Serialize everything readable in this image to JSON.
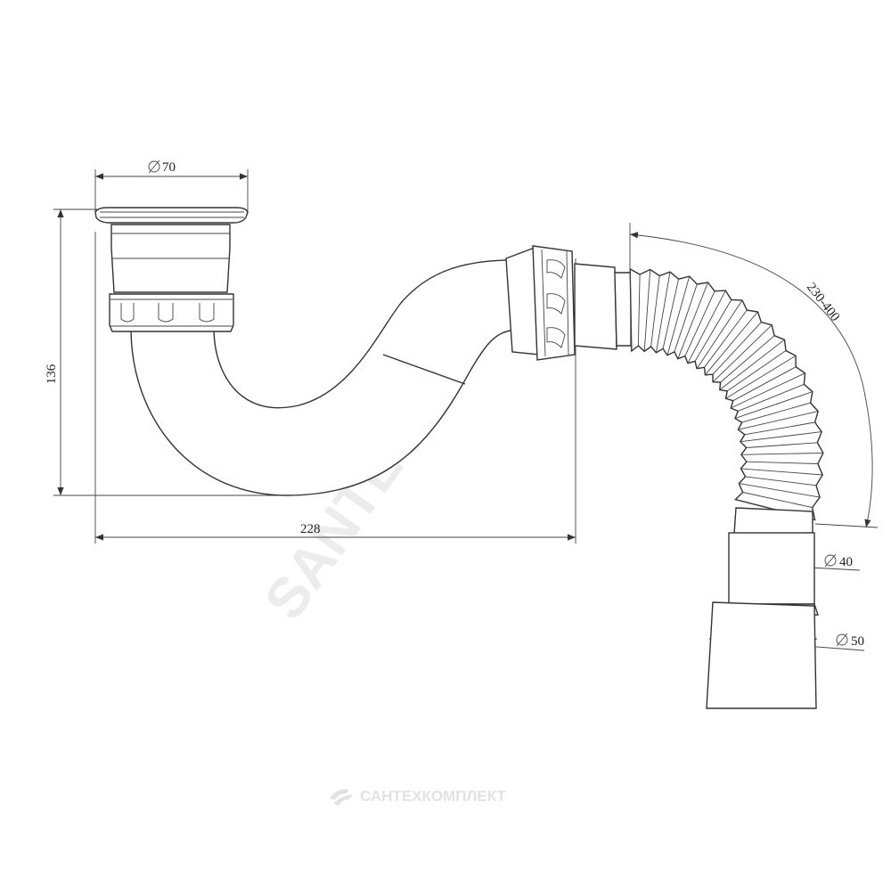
{
  "dimensions": {
    "flange_diameter": "70",
    "height": "136",
    "width": "228",
    "hose_length": "230-400",
    "hose_outlet_diameter": "40",
    "outlet_socket_diameter": "50"
  },
  "watermarks": {
    "diagonal": "SANTECH.RU",
    "footer": "САНТЕХКОМПЛЕКТ"
  },
  "colors": {
    "line": "#333333",
    "watermark": "#e6e6e6"
  }
}
